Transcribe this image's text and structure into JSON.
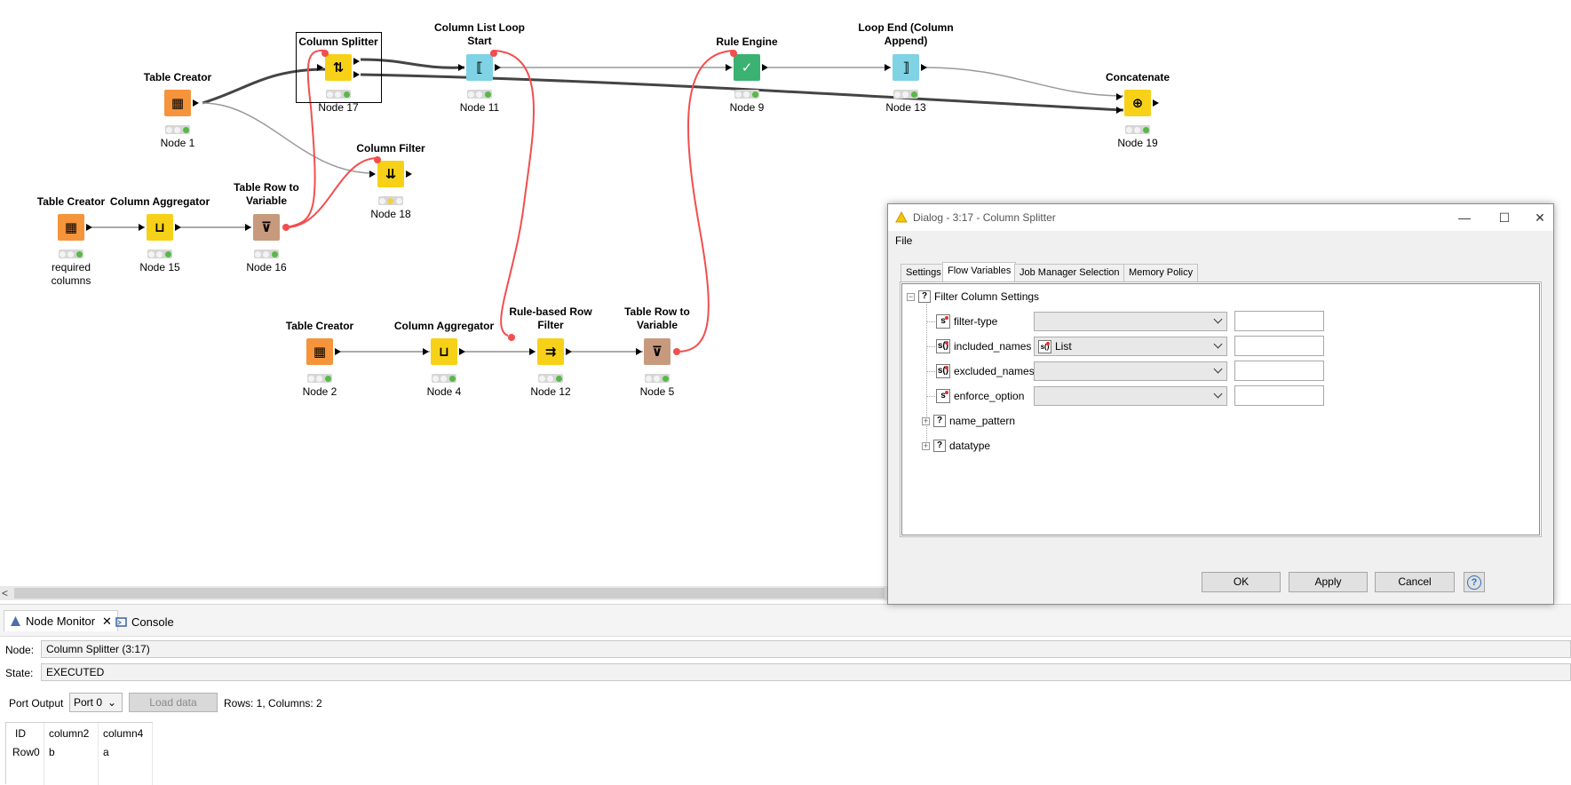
{
  "canvas": {
    "nodes": [
      {
        "id": "n1",
        "title": "Table Creator",
        "label": "Node 1",
        "icon": "table-creator-icon",
        "glyph": "▦",
        "color": "orange",
        "status": "green"
      },
      {
        "id": "n17",
        "title": "Column Splitter",
        "label": "Node 17",
        "icon": "column-splitter-icon",
        "glyph": "⇅",
        "color": "yellow",
        "status": "green"
      },
      {
        "id": "n11",
        "title": "Column List Loop Start",
        "label": "Node 11",
        "icon": "loop-start-icon",
        "glyph": "⟦",
        "color": "cyan",
        "status": "green"
      },
      {
        "id": "n9",
        "title": "Rule Engine",
        "label": "Node 9",
        "icon": "rule-engine-icon",
        "glyph": "✓",
        "color": "green",
        "status": "green"
      },
      {
        "id": "n13",
        "title": "Loop End (Column Append)",
        "label": "Node 13",
        "icon": "loop-end-icon",
        "glyph": "⟧",
        "color": "cyan",
        "status": "green"
      },
      {
        "id": "n19",
        "title": "Concatenate",
        "label": "Node 19",
        "icon": "concatenate-icon",
        "glyph": "⊕",
        "color": "yellow",
        "status": "green"
      },
      {
        "id": "n18",
        "title": "Column Filter",
        "label": "Node 18",
        "icon": "column-filter-icon",
        "glyph": "⇊",
        "color": "yellow",
        "status": "yellow"
      },
      {
        "id": "nreq",
        "title": "Table Creator",
        "label": "required columns",
        "icon": "table-creator-icon",
        "glyph": "▦",
        "color": "orange",
        "status": "green"
      },
      {
        "id": "n15",
        "title": "Column Aggregator",
        "label": "Node 15",
        "icon": "column-aggregator-icon",
        "glyph": "⊔",
        "color": "yellow",
        "status": "green"
      },
      {
        "id": "n16",
        "title": "Table Row to Variable",
        "label": "Node 16",
        "icon": "table-row-to-variable-icon",
        "glyph": "⊽",
        "color": "brown",
        "status": "green"
      },
      {
        "id": "n2",
        "title": "Table Creator",
        "label": "Node 2",
        "icon": "table-creator-icon",
        "glyph": "▦",
        "color": "orange",
        "status": "green"
      },
      {
        "id": "n4",
        "title": "Column Aggregator",
        "label": "Node 4",
        "icon": "column-aggregator-icon",
        "glyph": "⊔",
        "color": "yellow",
        "status": "green"
      },
      {
        "id": "n12",
        "title": "Rule-based Row Filter",
        "label": "Node 12",
        "icon": "rule-row-filter-icon",
        "glyph": "⇉",
        "color": "yellow",
        "status": "green"
      },
      {
        "id": "n5",
        "title": "Table Row to Variable",
        "label": "Node 5",
        "icon": "table-row-to-variable-icon",
        "glyph": "⊽",
        "color": "brown",
        "status": "green"
      }
    ]
  },
  "dialog": {
    "title": "Dialog - 3:17 - Column Splitter",
    "menu": "File",
    "tabs": [
      "Settings",
      "Flow Variables",
      "Job Manager Selection",
      "Memory Policy"
    ],
    "active_tab": "Flow Variables",
    "tree": {
      "root": "Filter Column Settings",
      "variables": [
        {
          "name": "filter-type",
          "type": "s",
          "value": ""
        },
        {
          "name": "included_names",
          "type": "s()",
          "value": "List"
        },
        {
          "name": "excluded_names",
          "type": "s()",
          "value": ""
        },
        {
          "name": "enforce_option",
          "type": "s",
          "value": ""
        }
      ],
      "groups": [
        "name_pattern",
        "datatype"
      ]
    },
    "buttons": {
      "ok": "OK",
      "apply": "Apply",
      "cancel": "Cancel",
      "help": "?"
    }
  },
  "monitor": {
    "tabs": [
      "Node Monitor",
      "Console"
    ],
    "node_label": "Node:",
    "node_value": "Column Splitter  (3:17)",
    "state_label": "State:",
    "state_value": "EXECUTED",
    "port_label": "Port Output",
    "port_value": "Port 0",
    "load_label": "Load data",
    "rows_info": "Rows: 1, Columns: 2",
    "table": {
      "headers": [
        "ID",
        "column2",
        "column4"
      ],
      "rows": [
        [
          "Row0",
          "b",
          "a"
        ]
      ]
    }
  }
}
